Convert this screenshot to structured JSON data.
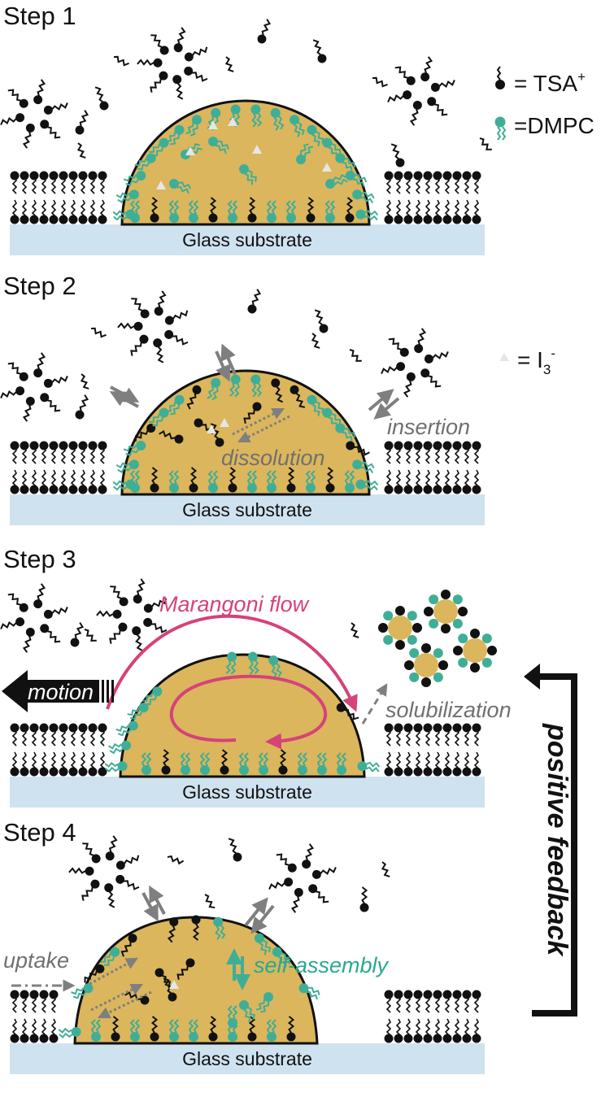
{
  "steps": [
    {
      "title": "Step 1",
      "substrate": "Glass substrate"
    },
    {
      "title": "Step 2",
      "substrate": "Glass substrate"
    },
    {
      "title": "Step 3",
      "substrate": "Glass substrate"
    },
    {
      "title": "Step 4",
      "substrate": "Glass substrate"
    }
  ],
  "legend": {
    "tsa": "= TSA",
    "tsa_sup": "+",
    "dmpc": "=DMPC",
    "i3": "= I",
    "i3_sub": "3",
    "i3_sup": "-"
  },
  "labels": {
    "insertion": "insertion",
    "dissolution": "dissolution",
    "marangoni": "Marangoni flow",
    "motion": "motion",
    "solubilization": "solubilization",
    "positive_feedback": "positive feedback",
    "uptake": "uptake",
    "self_assembly": "self-assembly"
  },
  "colors": {
    "droplet": "#dbb65c",
    "dmpc": "#3fae97",
    "tsa": "#111111",
    "substrate": "#cfe2ef",
    "marangoni": "#d6427a",
    "arrow_gray": "#808080",
    "i3": "#e6e6e6"
  }
}
